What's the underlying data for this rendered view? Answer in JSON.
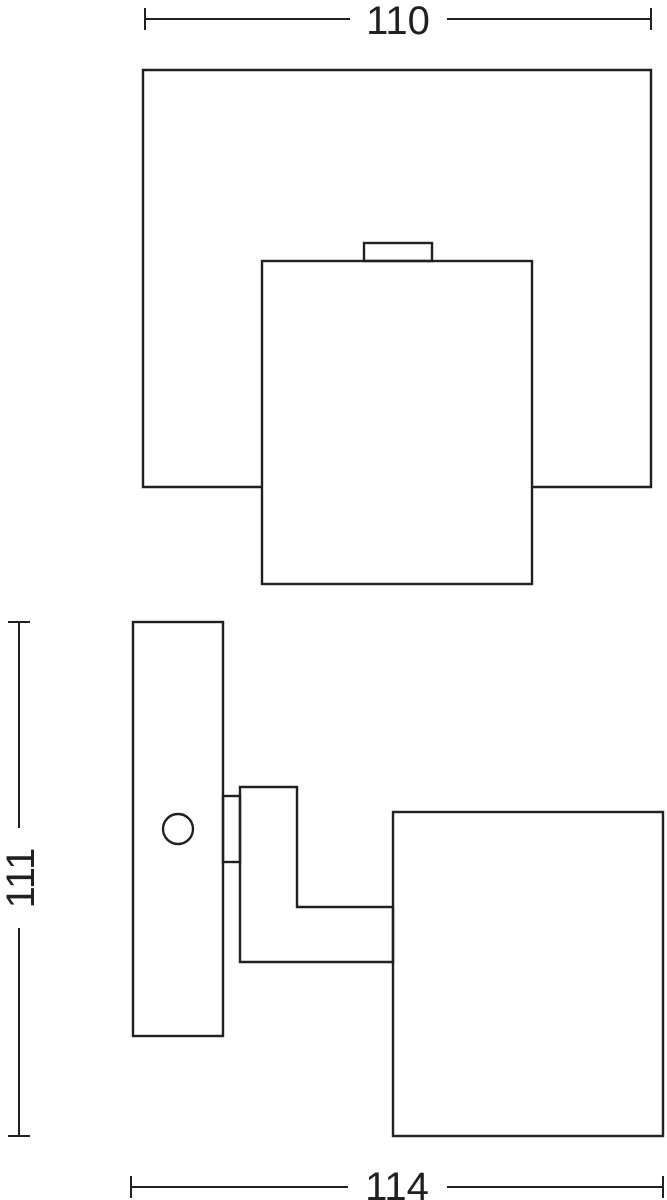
{
  "dimensions": {
    "top_width": "110",
    "side_height": "111",
    "bottom_width": "114"
  },
  "colors": {
    "line": "#231f20",
    "background": "#ffffff"
  }
}
